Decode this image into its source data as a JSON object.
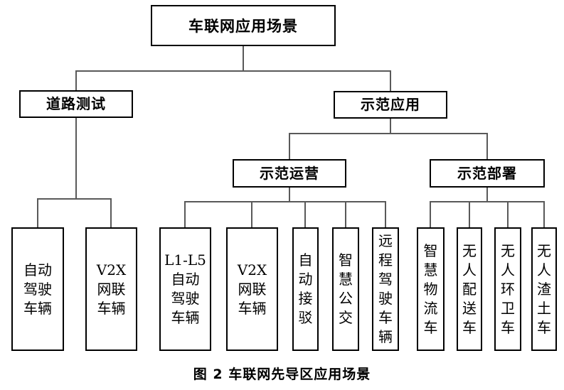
{
  "diagram": {
    "root": {
      "label": "车联网应用场景"
    },
    "branches": {
      "road_test": {
        "label": "道路测试"
      },
      "demo_application": {
        "label": "示范应用"
      }
    },
    "sub_branches": {
      "demo_operation": {
        "label": "示范运营"
      },
      "demo_deployment": {
        "label": "示范部署"
      }
    },
    "leaves": {
      "road_test": [
        {
          "id": "auto-driving-vehicle",
          "label": "自动\n驾驶\n车辆"
        },
        {
          "id": "v2x-connected-vehicle",
          "label": "V2X\n网联\n车辆"
        }
      ],
      "demo_operation": [
        {
          "id": "l1-l5-auto-driving-vehicle",
          "label": "L1-L5\n自动\n驾驶\n车辆"
        },
        {
          "id": "v2x-connected-vehicle-2",
          "label": "V2X\n网联\n车辆"
        },
        {
          "id": "auto-shuttle",
          "label": "自\n动\n接\n驳"
        },
        {
          "id": "smart-bus",
          "label": "智\n慧\n公\n交"
        },
        {
          "id": "remote-driving-vehicle",
          "label": "远\n程\n驾\n驶\n车\n辆"
        }
      ],
      "demo_deployment": [
        {
          "id": "smart-logistics-vehicle",
          "label": "智\n慧\n物\n流\n车"
        },
        {
          "id": "unmanned-delivery-vehicle",
          "label": "无\n人\n配\n送\n车"
        },
        {
          "id": "unmanned-sanitation-vehicle",
          "label": "无\n人\n环\n卫\n车"
        },
        {
          "id": "unmanned-muck-truck",
          "label": "无\n人\n渣\n土\n车"
        }
      ]
    }
  },
  "caption": "图 2 车联网先导区应用场景",
  "colors": {
    "background": "#ffffff",
    "box_border": "#000000",
    "connector": "#595959",
    "text": "#000000"
  }
}
